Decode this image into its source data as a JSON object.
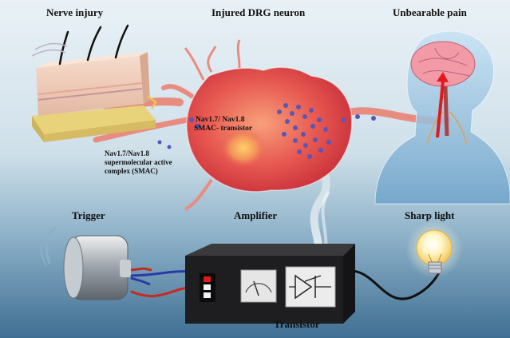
{
  "labels": {
    "nerve_injury": "Nerve injury",
    "injured_drg_neuron": "Injured DRG neuron",
    "unbearable_pain": "Unbearable pain",
    "smac_transistor_line1": "Nav1.7/ Nav1.8",
    "smac_transistor_line2": "SMAC- transistor",
    "smac_complex_line1": "Nav1.7/Nav1.8",
    "smac_complex_line2": "supermolecular active",
    "smac_complex_line3": "complex (SMAC)",
    "trigger": "Trigger",
    "amplifier": "Amplifier",
    "sharp_light": "Sharp light",
    "transistor": "Transistor"
  },
  "icons": {
    "skin": "skin-cross-section-icon",
    "neuron": "drg-neuron-cell-icon",
    "head": "human-head-brain-icon",
    "trigger": "motor-trigger-icon",
    "amplifier": "amplifier-box-icon",
    "bulb": "light-bulb-icon"
  },
  "colors": {
    "neuron": "#e4504f",
    "axon": "#e98c80",
    "pain_arrow": "#e0191c",
    "amp_body": "#1e1e20"
  }
}
